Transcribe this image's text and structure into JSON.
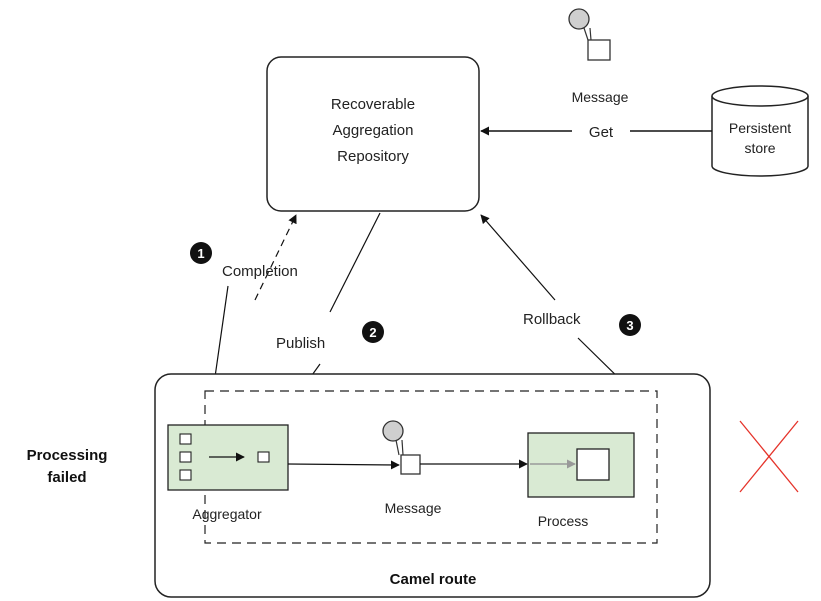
{
  "repository": {
    "line1": "Recoverable",
    "line2": "Aggregation",
    "line3": "Repository"
  },
  "message_top": "Message",
  "get_label": "Get",
  "store": {
    "line1": "Persistent",
    "line2": "store"
  },
  "completion_label": "Completion",
  "publish_label": "Publish",
  "rollback_label": "Rollback",
  "badges": {
    "one": "1",
    "two": "2",
    "three": "3"
  },
  "processing_failed": {
    "line1": "Processing",
    "line2": "failed"
  },
  "aggregator_label": "Aggregator",
  "message_route": "Message",
  "process_label": "Process",
  "route_label": "Camel route",
  "colors": {
    "node_fill": "#d9ead3",
    "failure_cross": "#e5332a",
    "badge": "#111111",
    "arrow_gray": "#999999"
  }
}
